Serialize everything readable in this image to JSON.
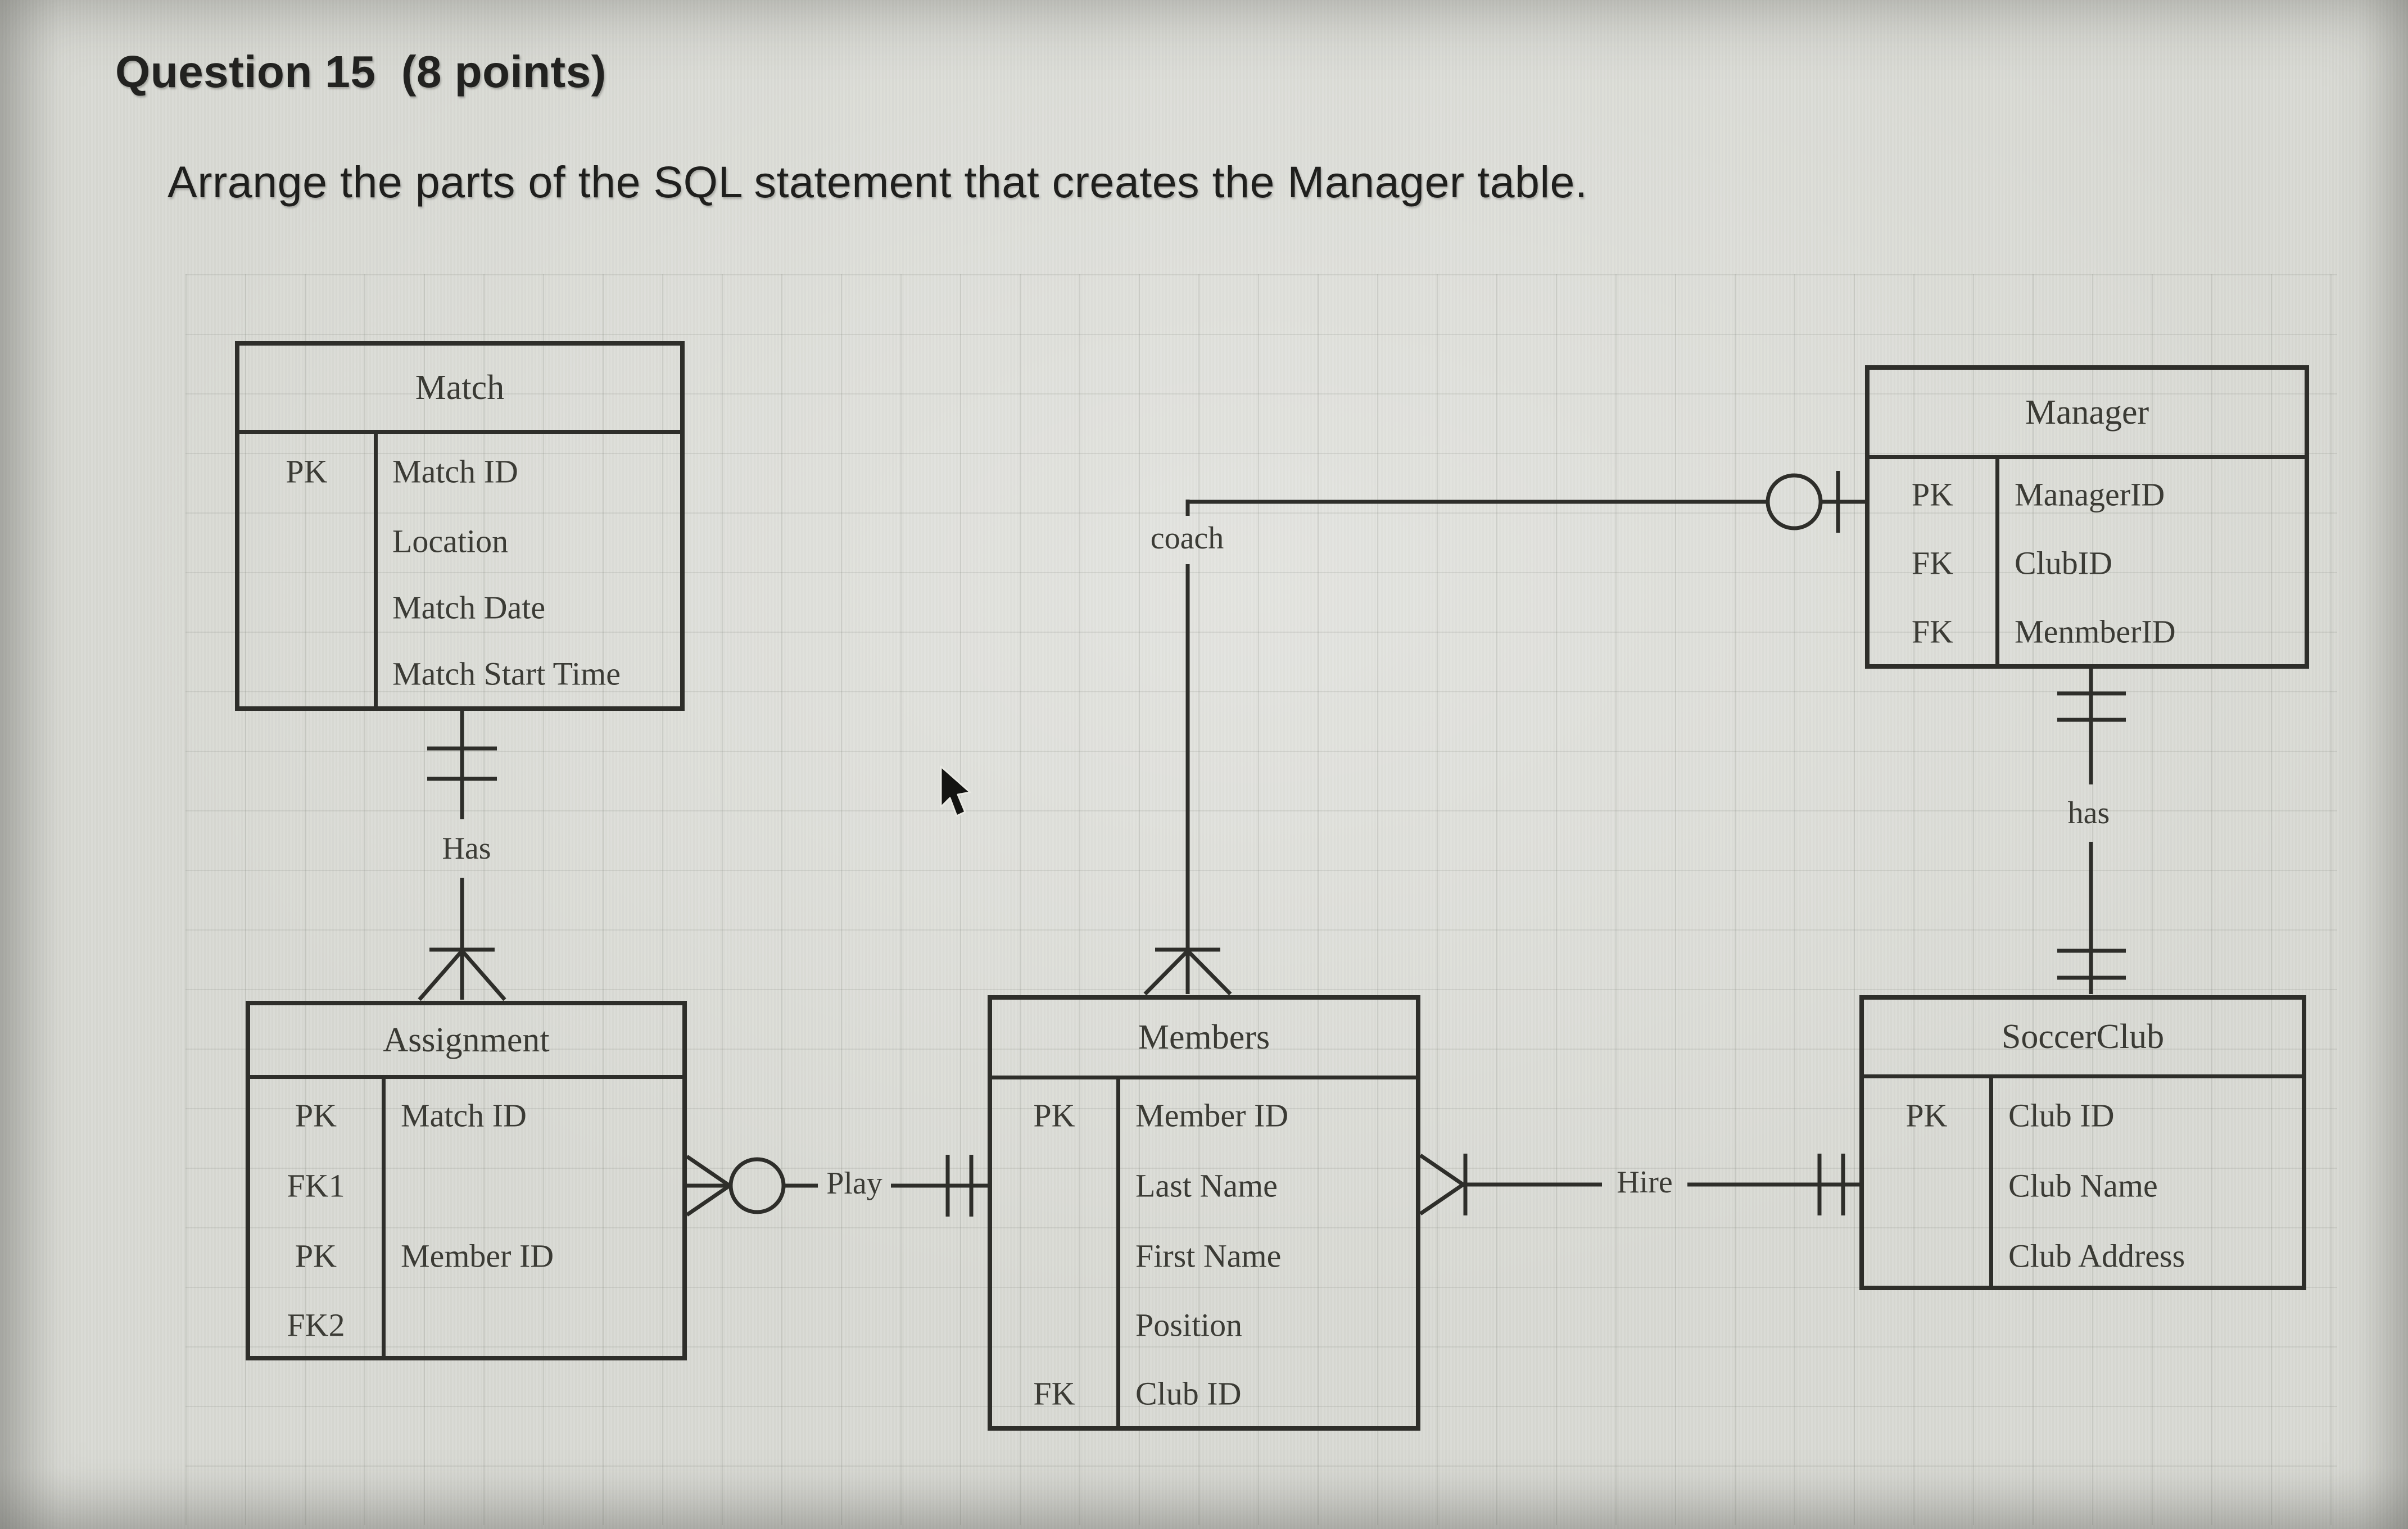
{
  "question": {
    "number": "Question 15",
    "points": "(8 points)",
    "instruction": "Arrange the parts of the SQL statement that creates the Manager table."
  },
  "entities": {
    "match": {
      "title": "Match",
      "rows": [
        {
          "key": "PK",
          "attr": "Match ID"
        },
        {
          "key": "",
          "attr": "Location"
        },
        {
          "key": "",
          "attr": "Match Date"
        },
        {
          "key": "",
          "attr": "Match Start Time"
        }
      ]
    },
    "manager": {
      "title": "Manager",
      "rows": [
        {
          "key": "PK",
          "attr": "ManagerID"
        },
        {
          "key": "FK",
          "attr": "ClubID"
        },
        {
          "key": "FK",
          "attr": "MenmberID"
        }
      ]
    },
    "assignment": {
      "title": "Assignment",
      "keys": [
        "PK",
        "FK1",
        "PK",
        "FK2"
      ],
      "attrs": [
        "Match ID",
        "Member ID"
      ]
    },
    "members": {
      "title": "Members",
      "rows": [
        {
          "key": "PK",
          "attr": "Member ID"
        },
        {
          "key": "",
          "attr": "Last Name"
        },
        {
          "key": "",
          "attr": "First Name"
        },
        {
          "key": "",
          "attr": "Position"
        },
        {
          "key": "FK",
          "attr": "Club ID"
        }
      ]
    },
    "soccerclub": {
      "title": "SoccerClub",
      "rows": [
        {
          "key": "PK",
          "attr": "Club ID"
        },
        {
          "key": "",
          "attr": "Club Name"
        },
        {
          "key": "",
          "attr": "Club Address"
        }
      ]
    }
  },
  "relationships": {
    "match_assignment": "Has",
    "manager_members": "coach",
    "assignment_members": "Play",
    "members_soccerclub": "Hire",
    "manager_soccerclub": "has"
  },
  "colors": {
    "line": "#2e2e2a",
    "diagram_text": "#3b3b35",
    "heading_text": "#232321",
    "background": "#d9dad4"
  }
}
